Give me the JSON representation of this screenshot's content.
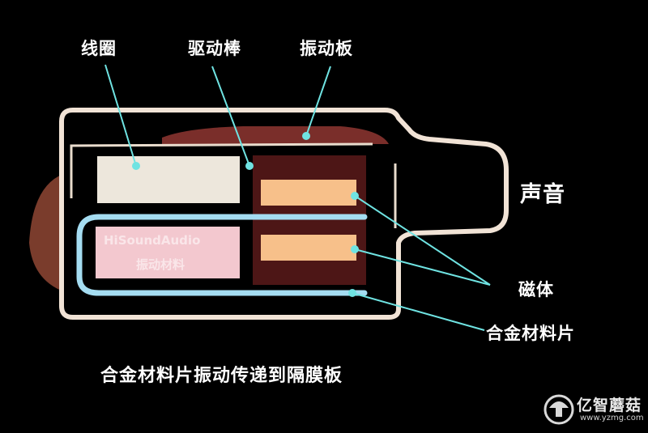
{
  "labels": {
    "coil": "线圈",
    "drive_rod": "驱动棒",
    "diaphragm": "振动板",
    "sound": "声音",
    "magnet": "磁体",
    "alloy_sheet": "合金材料片"
  },
  "watermark": {
    "brand": "HiSoundAudio",
    "sub": "振动材料"
  },
  "caption": "合金材料片振动传递到隔膜板",
  "logo": {
    "name": "亿智蘑菇",
    "url": "www.yzmg.com"
  },
  "colors": {
    "background": "#000000",
    "shell": "#f1e3d6",
    "pointer": "#6fe3e2",
    "coil": "#f2ece2",
    "magnet_fill": "#f7c08a",
    "alloy": "#9fd9f0",
    "driver_body": "#5a1a1a",
    "back_cap": "#8a4a3a",
    "armature_panel": "#f2c6cf"
  }
}
